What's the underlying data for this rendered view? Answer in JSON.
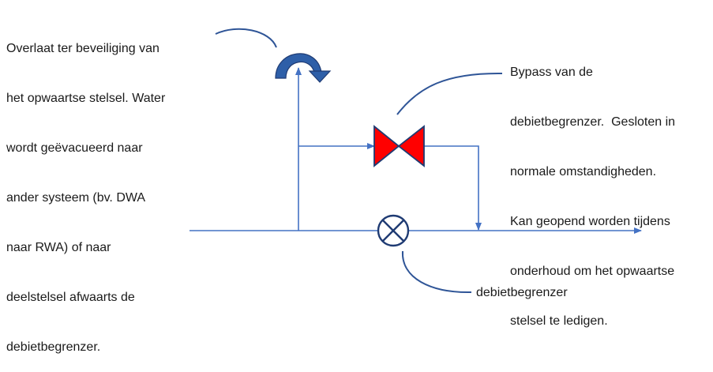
{
  "annotations": {
    "overflow": [
      "Overlaat ter beveiliging van",
      "het opwaartse stelsel. Water",
      "wordt geëvacueerd naar",
      "ander systeem (bv. DWA",
      "naar RWA) of naar",
      "deelstelsel afwaarts de",
      "debietbegrenzer."
    ],
    "bypass": [
      "Bypass van de",
      "debietbegrenzer.  Gesloten in",
      "normale omstandigheden.",
      "Kan geopend worden tijdens",
      "onderhoud om het opwaartse",
      "stelsel te ledigen."
    ],
    "flow_limiter": "debietbegrenzer"
  },
  "colors": {
    "pipe": "#4472c4",
    "valve_fill": "#ff0000",
    "valve_stroke": "#1f3b73",
    "arrow_fill": "#2e5fa8",
    "leader": "#2f5597"
  },
  "icons": {
    "overflow_symbol": "curved-arrow-icon",
    "bypass_valve": "gate-valve-icon",
    "flow_limiter_symbol": "circle-cross-icon"
  }
}
